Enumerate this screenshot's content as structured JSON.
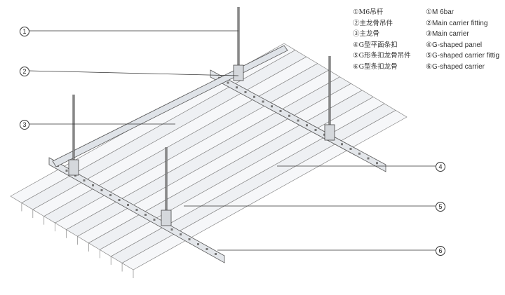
{
  "legend_cn": [
    "①M6吊杆",
    "②主龙骨吊件",
    "③主龙骨",
    "④G型平面条扣",
    "⑤G形条扣龙骨吊件",
    "⑥G型条扣龙骨"
  ],
  "legend_en": [
    "①M 6bar",
    "②Main carrier fitting",
    "③Main carrier",
    "④G-shaped panel",
    "⑤G-shaped carrier fittig",
    "⑥G-shaped carrier"
  ],
  "callouts": [
    "1",
    "2",
    "3",
    "4",
    "5",
    "6"
  ]
}
